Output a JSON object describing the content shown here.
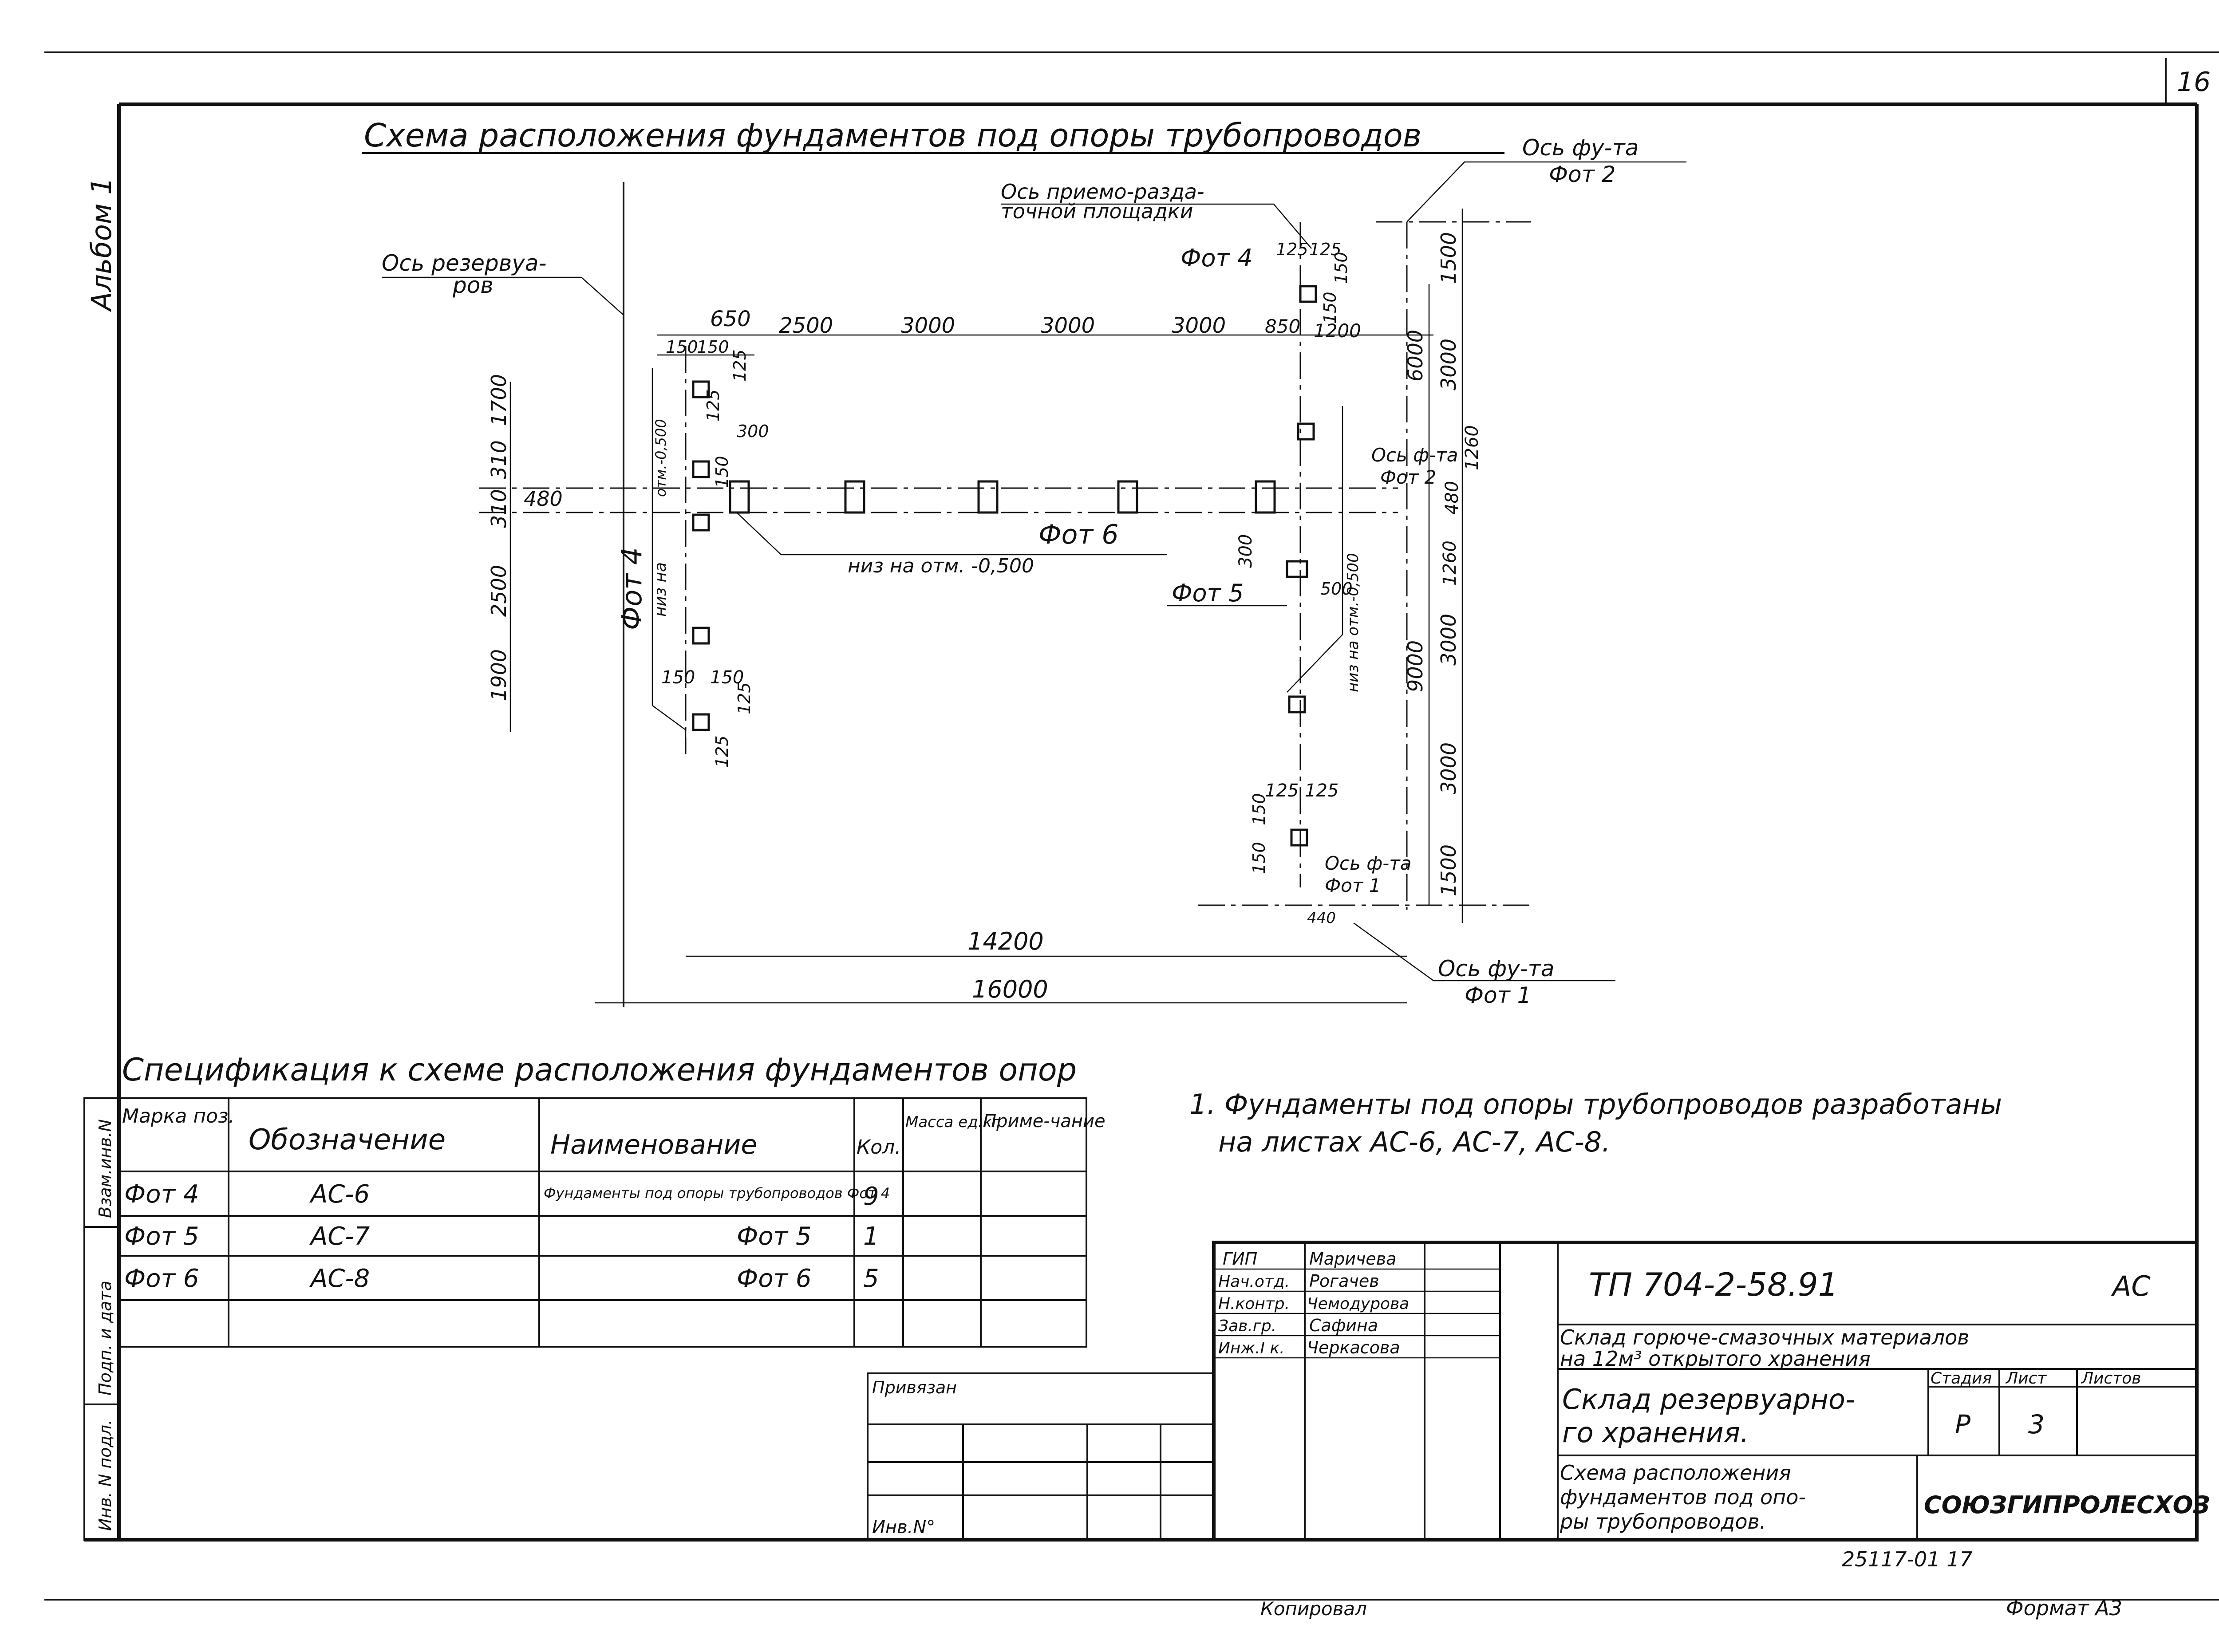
{
  "sheet_number": "16",
  "album": "Альбом 1",
  "title": "Схема расположения фундаментов под опоры трубопроводов",
  "axis_labels": {
    "reservoir": [
      "Ось резервуа-",
      "ров"
    ],
    "platform": [
      "Ось приемо-разда-",
      "точной площадки"
    ],
    "fnd2_top": [
      "Ось фу-та",
      "Фот 2"
    ],
    "fnd2_mid": [
      "Ось ф-та",
      "Фот 2"
    ],
    "fnd1_mid": [
      "Ось ф-та",
      "Фот 1"
    ],
    "fnd1_bot": [
      "Ось фу-та",
      "Фот 1"
    ]
  },
  "marks": {
    "fom4_top": "Фот 4",
    "fom4_left": "Фот 4",
    "fom5": "Фот 5",
    "fom6": "Фот 6"
  },
  "level_notes": {
    "bottom": "низ на отм. -0,500",
    "left": "низ на",
    "left2": "отм.-0,500",
    "right": "низ на отм.-0,500"
  },
  "dims": {
    "top_row": [
      "650",
      "2500",
      "3000",
      "3000",
      "3000",
      "850",
      "1200"
    ],
    "small_top_left": [
      "150",
      "150",
      "125",
      "125",
      "300",
      "150"
    ],
    "small_top_right": [
      "125",
      "125",
      "150",
      "150"
    ],
    "right_col": [
      "1500",
      "6000",
      "3000",
      "480",
      "1260",
      "1260",
      "9000",
      "3000",
      "3000",
      "1500"
    ],
    "left_col": [
      "1700",
      "310",
      "310",
      "480",
      "2500",
      "1900"
    ],
    "small_bottom_left": [
      "150",
      "150",
      "125",
      "125"
    ],
    "small_bottom_right": [
      "125",
      "125",
      "150",
      "150"
    ],
    "misc": [
      "300",
      "500",
      "440"
    ],
    "total_1": "14200",
    "total_2": "16000"
  },
  "spec": {
    "title": "Спецификация к схеме расположения фундаментов опор",
    "headers": [
      "Марка поз.",
      "Обозначение",
      "Наименование",
      "Кол.",
      "Масса ед.кг",
      "Приме-чание"
    ],
    "rows": [
      [
        "Фот 4",
        "АС-6",
        "Фундаменты под опоры трубопроводов Фот 4",
        "9",
        "",
        ""
      ],
      [
        "Фот 5",
        "АС-7",
        "Фот 5",
        "1",
        "",
        ""
      ],
      [
        "Фот 6",
        "АС-8",
        "Фот 6",
        "5",
        "",
        ""
      ]
    ]
  },
  "note": [
    "1. Фундаменты под опоры трубопроводов разработаны",
    "на листах АС-6, АС-7, АС-8."
  ],
  "side_stamp": [
    "Взам.инв.N",
    "Подп. и дата",
    "Инв. N подл."
  ],
  "privyazan": "Привязан",
  "inv_no": "Инв.N°",
  "title_block": {
    "roles": [
      "ГИП",
      "Нач.отд.",
      "Н.контр.",
      "Зав.гр.",
      "Инж.I к."
    ],
    "names": [
      "Маричева",
      "Рогачев",
      "Чемодурова",
      "Сафина",
      "Черкасова"
    ],
    "code": "ТП 704-2-58.91",
    "mark": "АС",
    "project": [
      "Склад горюче-смазочных материалов",
      "на 12м³ открытого хранения"
    ],
    "object": [
      "Склад резервуарно-",
      "го хранения."
    ],
    "stage_headers": [
      "Стадия",
      "Лист",
      "Листов"
    ],
    "stage": "Р",
    "sheet": "3",
    "sheets": "",
    "drawing": [
      "Схема расположения",
      "фундаментов под опо-",
      "ры трубопроводов."
    ],
    "org": "СОЮЗГИПРОЛЕСХОЗ",
    "archive": "25117-01 17"
  },
  "copied": "Копировал",
  "format": "Формат А3"
}
